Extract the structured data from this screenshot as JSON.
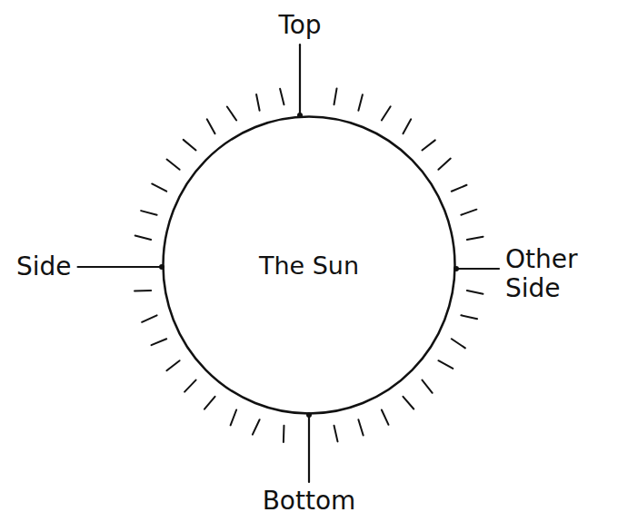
{
  "diagram": {
    "nodes": [
      {
        "text": [
          "The Sun"
        ]
      }
    ],
    "labels": [
      "Top",
      "Side",
      "Other Side",
      "Bottom"
    ]
  }
}
